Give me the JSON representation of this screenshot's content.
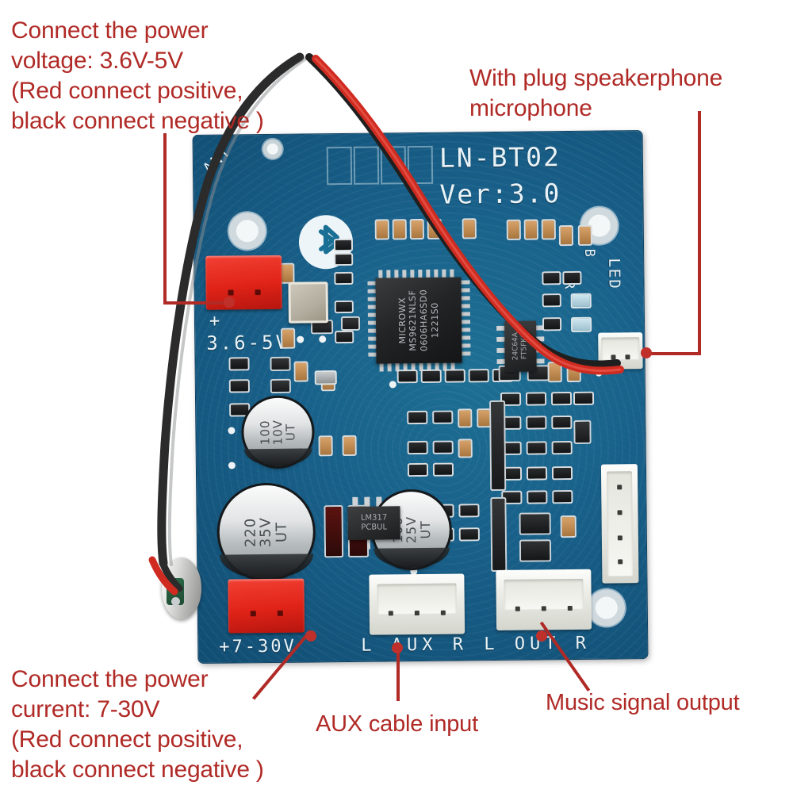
{
  "image": {
    "subject": "LN-BT02 Bluetooth audio amplifier module",
    "background_color": "#ffffff",
    "annotation_color": "#b02a26",
    "pcb_color": "#18608a"
  },
  "annotations": [
    {
      "id": "power-voltage",
      "text": "Connect the power\nvoltage: 3.6V-5V\n(Red connect positive,\nblack connect negative )",
      "points_to": "3.6-5V red power connector"
    },
    {
      "id": "speakerphone-mic",
      "text": "With plug speakerphone\nmicrophone",
      "points_to": "microphone connector on right edge"
    },
    {
      "id": "power-current",
      "text": "Connect the power\ncurrent: 7-30V\n(Red connect positive,\nblack connect negative )",
      "points_to": "+7-30V red power connector"
    },
    {
      "id": "aux-input",
      "text": "AUX cable input",
      "points_to": "L AUX R white connector"
    },
    {
      "id": "music-output",
      "text": "Music signal output",
      "points_to": "L OUT R white connector"
    }
  ],
  "board": {
    "silkscreen": {
      "model": "LN-BT02",
      "version": "Ver:3.0",
      "antenna": "ANT",
      "power_low": "3.6-5V",
      "power_low_polarity": "+",
      "power_high": "+7-30V",
      "aux": "L AUX R",
      "out": "L OUT R",
      "led": "LED",
      "r_label": "R",
      "b_label": "B"
    },
    "components": {
      "main_ic": "MICROWX\nMS9621NLSF\n0606HA6SD0\n1221S0",
      "eeprom": "24C64A\nFT5FK0",
      "regulator": "LM317\nPCBUL",
      "cap_100_10v": "100\n10V\nUT",
      "cap_220_35v": "220\n35V\nUT",
      "cap_100_25v": "100\n25V\nUT"
    },
    "connectors": [
      {
        "name": "power-3v6-5v",
        "type": "red 2-pin",
        "label": "3.6-5V"
      },
      {
        "name": "power-7-30v",
        "type": "red 2-pin",
        "label": "+7-30V"
      },
      {
        "name": "aux-in",
        "type": "white 3-pin",
        "label": "L AUX R"
      },
      {
        "name": "speaker-out",
        "type": "white 3-pin",
        "label": "L OUT R"
      },
      {
        "name": "side-header",
        "type": "white 4-pin",
        "label": ""
      },
      {
        "name": "mic-in",
        "type": "white 2-pin",
        "label": ""
      }
    ],
    "icons": {
      "bluetooth": "bluetooth-logo"
    }
  }
}
